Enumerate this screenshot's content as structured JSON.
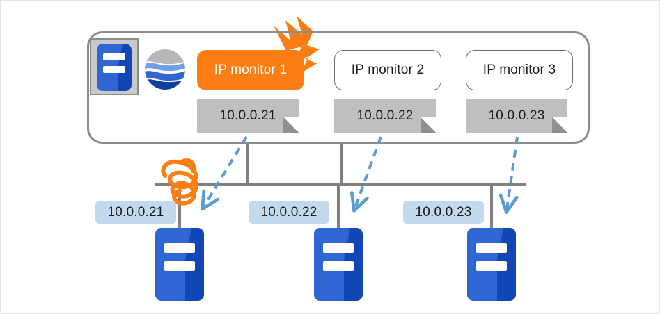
{
  "diagram": {
    "title": "IP monitoring redundancy diagram",
    "colors": {
      "accent_orange": "#fb7e14",
      "frame_gray": "#8c8c8c",
      "note_gray": "#bfbfbf",
      "chip_blue": "#c3d9ee",
      "arrow_blue": "#5b9bd5",
      "server_blue": "#2f66d4",
      "server_navy": "#1246b4",
      "line_gray": "#808080"
    },
    "monitor_group": {
      "server_icon_name": "monitoring-server-icon",
      "globe_icon_name": "network-globe-icon",
      "alert_icon_name": "lightning-burst-icon",
      "monitors": [
        {
          "label": "IP monitor 1",
          "target_ip": "10.0.0.21",
          "state": "alert"
        },
        {
          "label": "IP monitor 2",
          "target_ip": "10.0.0.22",
          "state": "normal"
        },
        {
          "label": "IP monitor 3",
          "target_ip": "10.0.0.23",
          "state": "normal"
        }
      ]
    },
    "network": {
      "failure_marker_name": "link-failure-scribble",
      "nodes": [
        {
          "ip": "10.0.0.21",
          "status": "failed"
        },
        {
          "ip": "10.0.0.22",
          "status": "ok"
        },
        {
          "ip": "10.0.0.23",
          "status": "ok"
        }
      ]
    }
  }
}
